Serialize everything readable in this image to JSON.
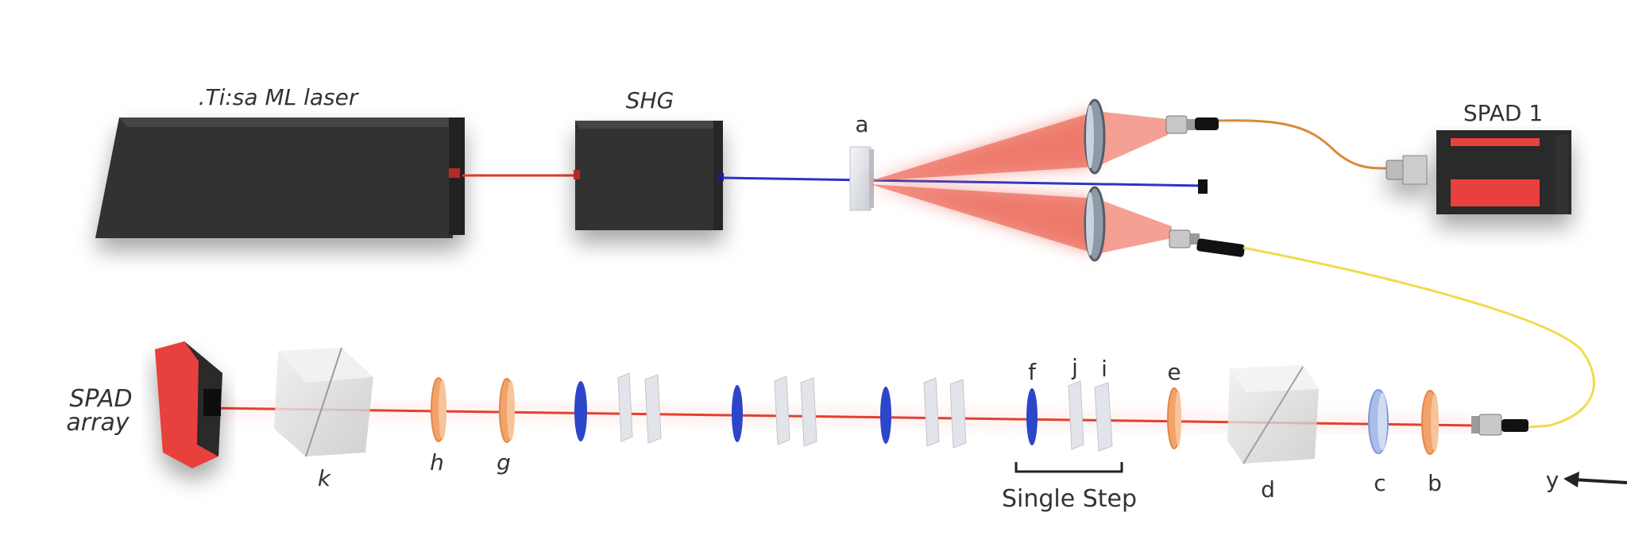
{
  "diagram": {
    "labels": {
      "laser": ".Ti:sa ML laser",
      "shg": "SHG",
      "spad1": "SPAD 1",
      "spad_array_line1": "SPAD",
      "spad_array_line2": "array",
      "a": "a",
      "b": "b",
      "c": "c",
      "d": "d",
      "e": "e",
      "f": "f",
      "g": "g",
      "h": "h",
      "i": "i",
      "j": "j",
      "k": "k",
      "single_step": "Single Step",
      "y": "y"
    },
    "colors": {
      "body": "#2b2b2b",
      "red_beam": "#e23a2a",
      "blue_beam": "#2a35c8",
      "orange_fiber": "#d98a3a",
      "yellow_fiber": "#f0dc4a",
      "detector_red": "#e8413c",
      "waveplate_orange": "#f2a26a",
      "waveplate_blue": "#2d45c8",
      "glass": "#d8dbe2"
    }
  }
}
